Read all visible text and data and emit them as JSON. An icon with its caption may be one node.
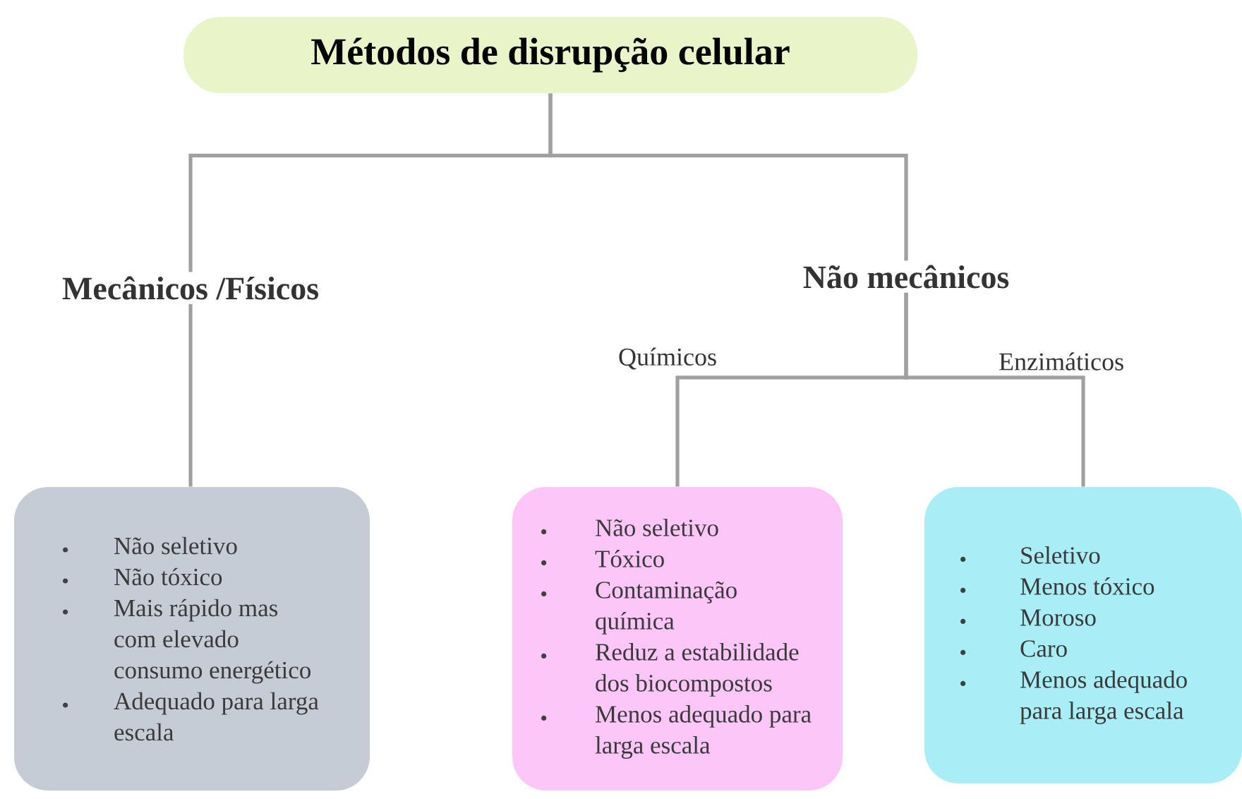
{
  "diagram": {
    "nodes": [
      {
        "text": [
          "Métodos de disrupção celular"
        ]
      },
      {
        "text": [
          "Mecânicos /Físicos"
        ]
      },
      {
        "text": [
          "Não mecânicos"
        ]
      },
      {
        "text": [
          "Não seletivo",
          "Não tóxico",
          "Mais rápido mas com elevado consumo energético",
          "Adequado para larga escala"
        ]
      },
      {
        "text": [
          "Não seletivo",
          "Tóxico",
          "Contaminação química",
          "Reduz a estabilidade dos biocompostos",
          "Menos adequado para larga escala"
        ]
      },
      {
        "text": [
          "Seletivo",
          "Menos tóxico",
          "Moroso",
          "Caro",
          "Menos adequado para larga escala"
        ]
      }
    ],
    "edges": [
      {
        "from": 0,
        "to": 1,
        "arrow": "none"
      },
      {
        "from": 0,
        "to": 2,
        "arrow": "none"
      },
      {
        "from": 1,
        "to": 3,
        "arrow": "none"
      },
      {
        "from": 2,
        "to": 4,
        "arrow": "none"
      },
      {
        "from": 2,
        "to": 5,
        "arrow": "none"
      }
    ],
    "labels": [
      "Químicos",
      "Enzimáticos"
    ]
  }
}
